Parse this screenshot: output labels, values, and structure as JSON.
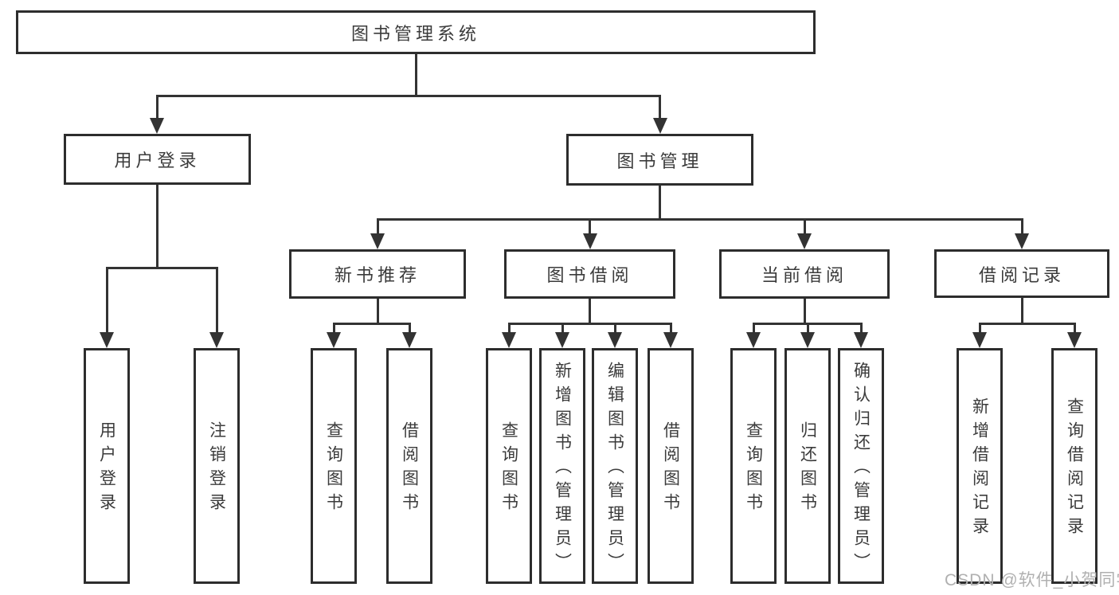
{
  "watermark": "CSDN @软件_小贺同学",
  "colors": {
    "line": "#333333",
    "box_border": "#2d2d2d",
    "text": "#3b3b3b",
    "watermark_text": "#b0b0b0",
    "background": "#ffffff"
  },
  "nodes": {
    "root": {
      "label": "图书管理系统"
    },
    "user_login": {
      "label": "用户登录"
    },
    "book_mgmt": {
      "label": "图书管理"
    },
    "new_books": {
      "label": "新书推荐"
    },
    "borrowing": {
      "label": "图书借阅"
    },
    "current": {
      "label": "当前借阅"
    },
    "records": {
      "label": "借阅记录"
    },
    "login_leaf": {
      "label": "用户登录"
    },
    "logout_leaf": {
      "label": "注销登录"
    },
    "rec_query": {
      "label": "查询图书"
    },
    "rec_borrow": {
      "label": "借阅图书"
    },
    "bor_query": {
      "label": "查询图书"
    },
    "bor_add": {
      "label": "新增图书（管理员）"
    },
    "bor_edit": {
      "label": "编辑图书（管理员）"
    },
    "bor_borrow": {
      "label": "借阅图书"
    },
    "cur_query": {
      "label": "查询图书"
    },
    "cur_return": {
      "label": "归还图书"
    },
    "cur_confirm": {
      "label": "确认归还（管理员）"
    },
    "recd_add": {
      "label": "新增借阅记录"
    },
    "recd_query": {
      "label": "查询借阅记录"
    }
  },
  "hierarchy": {
    "图书管理系统": {
      "用户登录": [
        "用户登录",
        "注销登录"
      ],
      "图书管理": {
        "新书推荐": [
          "查询图书",
          "借阅图书"
        ],
        "图书借阅": [
          "查询图书",
          "新增图书（管理员）",
          "编辑图书（管理员）",
          "借阅图书"
        ],
        "当前借阅": [
          "查询图书",
          "归还图书",
          "确认归还（管理员）"
        ],
        "借阅记录": [
          "新增借阅记录",
          "查询借阅记录"
        ]
      }
    }
  }
}
